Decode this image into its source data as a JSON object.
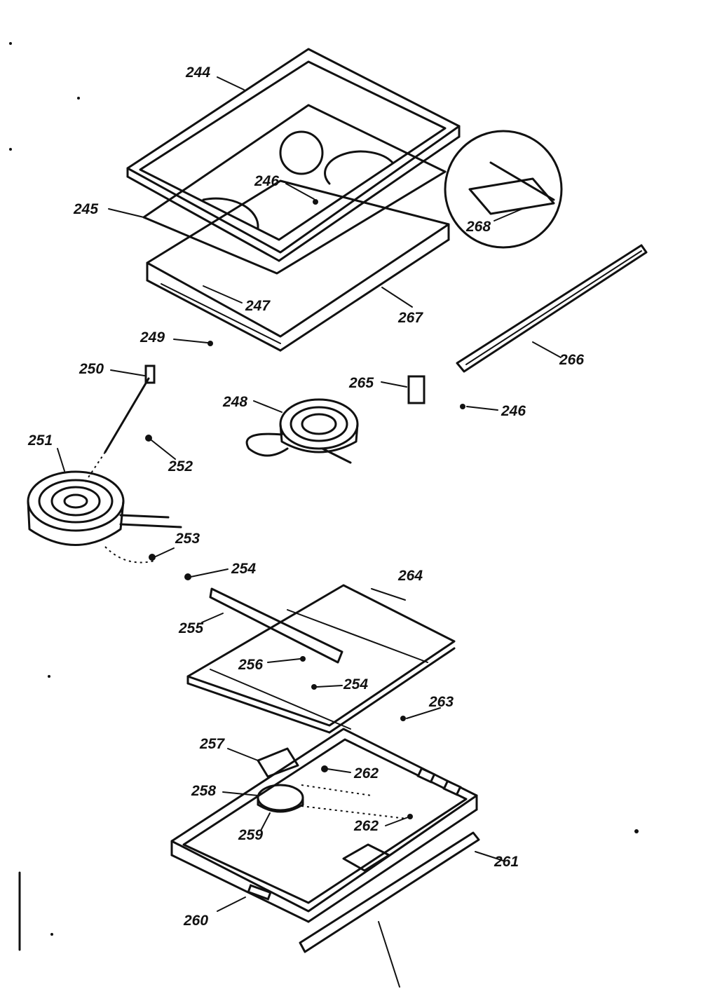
{
  "labels": {
    "l244": "244",
    "l245": "245",
    "l246a": "246",
    "l268": "268",
    "l247": "247",
    "l267": "267",
    "l249": "249",
    "l266": "266",
    "l250": "250",
    "l265": "265",
    "l246b": "246",
    "l248": "248",
    "l251": "251",
    "l252": "252",
    "l253": "253",
    "l254a": "254",
    "l264": "264",
    "l255": "255",
    "l256": "256",
    "l254b": "254",
    "l263": "263",
    "l257": "257",
    "l262a": "262",
    "l258": "258",
    "l259": "259",
    "l262b": "262",
    "l261": "261",
    "l260": "260"
  }
}
